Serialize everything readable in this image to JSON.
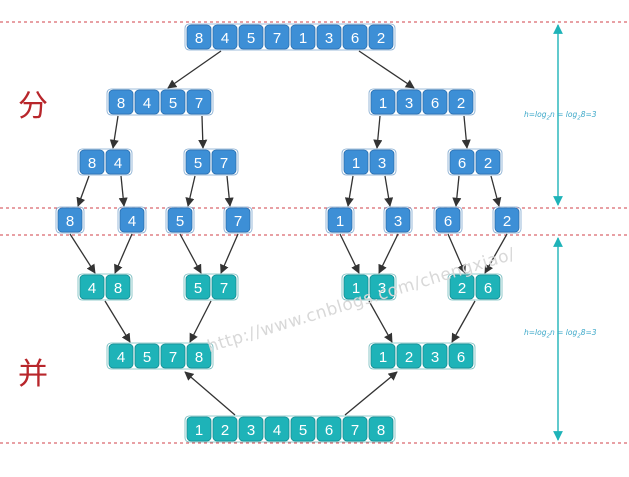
{
  "labels": {
    "split": "分",
    "merge": "并"
  },
  "watermark": "http://www.cnblogs.com/chengxiao/",
  "height_note": {
    "prefix": "h=log",
    "sub1": "2",
    "mid": "n = log",
    "sub2": "2",
    "suffix": "8=3"
  },
  "colors": {
    "split_box": "#3d8fd6",
    "split_box_edge": "#2a6fb0",
    "merge_box": "#1eb3b8",
    "merge_box_edge": "#138d92",
    "divider": "#d0404a",
    "split_arrow": "#3d8fd6",
    "merge_arrow": "#1eb3b8",
    "edge_arrow": "#333333"
  },
  "split_levels": [
    [
      [
        "8",
        "4",
        "5",
        "7",
        "1",
        "3",
        "6",
        "2"
      ]
    ],
    [
      [
        "8",
        "4",
        "5",
        "7"
      ],
      [
        "1",
        "3",
        "6",
        "2"
      ]
    ],
    [
      [
        "8",
        "4"
      ],
      [
        "5",
        "7"
      ],
      [
        "1",
        "3"
      ],
      [
        "6",
        "2"
      ]
    ],
    [
      [
        "8"
      ],
      [
        "4"
      ],
      [
        "5"
      ],
      [
        "7"
      ],
      [
        "1"
      ],
      [
        "3"
      ],
      [
        "6"
      ],
      [
        "2"
      ]
    ]
  ],
  "merge_levels": [
    [
      [
        "4",
        "8"
      ],
      [
        "5",
        "7"
      ],
      [
        "1",
        "3"
      ],
      [
        "2",
        "6"
      ]
    ],
    [
      [
        "4",
        "5",
        "7",
        "8"
      ],
      [
        "1",
        "2",
        "3",
        "6"
      ]
    ],
    [
      [
        "1",
        "2",
        "3",
        "4",
        "5",
        "6",
        "7",
        "8"
      ]
    ]
  ]
}
